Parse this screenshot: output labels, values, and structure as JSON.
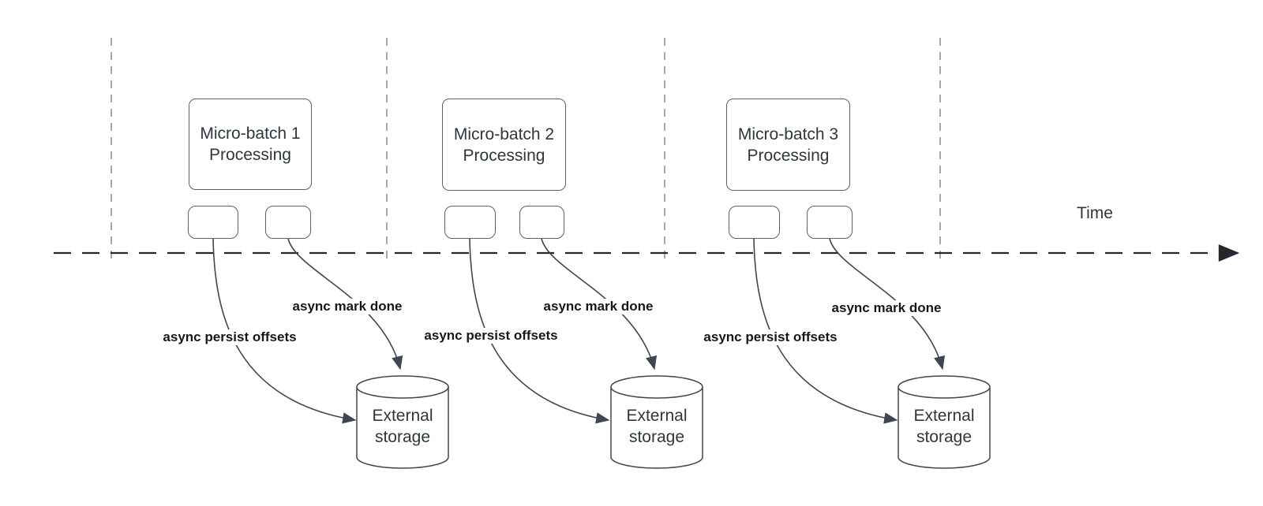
{
  "timeline": {
    "label": "Time"
  },
  "groups": [
    {
      "box_label": "Micro-batch 1\nProcessing",
      "persist_label": "async persist offsets",
      "mark_label": "async mark done",
      "storage_label": "External\nstorage"
    },
    {
      "box_label": "Micro-batch 2\nProcessing",
      "persist_label": "async persist offsets",
      "mark_label": "async mark done",
      "storage_label": "External\nstorage"
    },
    {
      "box_label": "Micro-batch 3\nProcessing",
      "persist_label": "async persist offsets",
      "mark_label": "async mark done",
      "storage_label": "External\nstorage"
    }
  ],
  "colors": {
    "connector": "#3f4650",
    "timeline_axis": "#23272e",
    "gridline": "#a6a9ac",
    "box_border": "#5a6068",
    "node_text": "#2f363d",
    "label_text": "#14181d",
    "bg": "#ffffff"
  }
}
